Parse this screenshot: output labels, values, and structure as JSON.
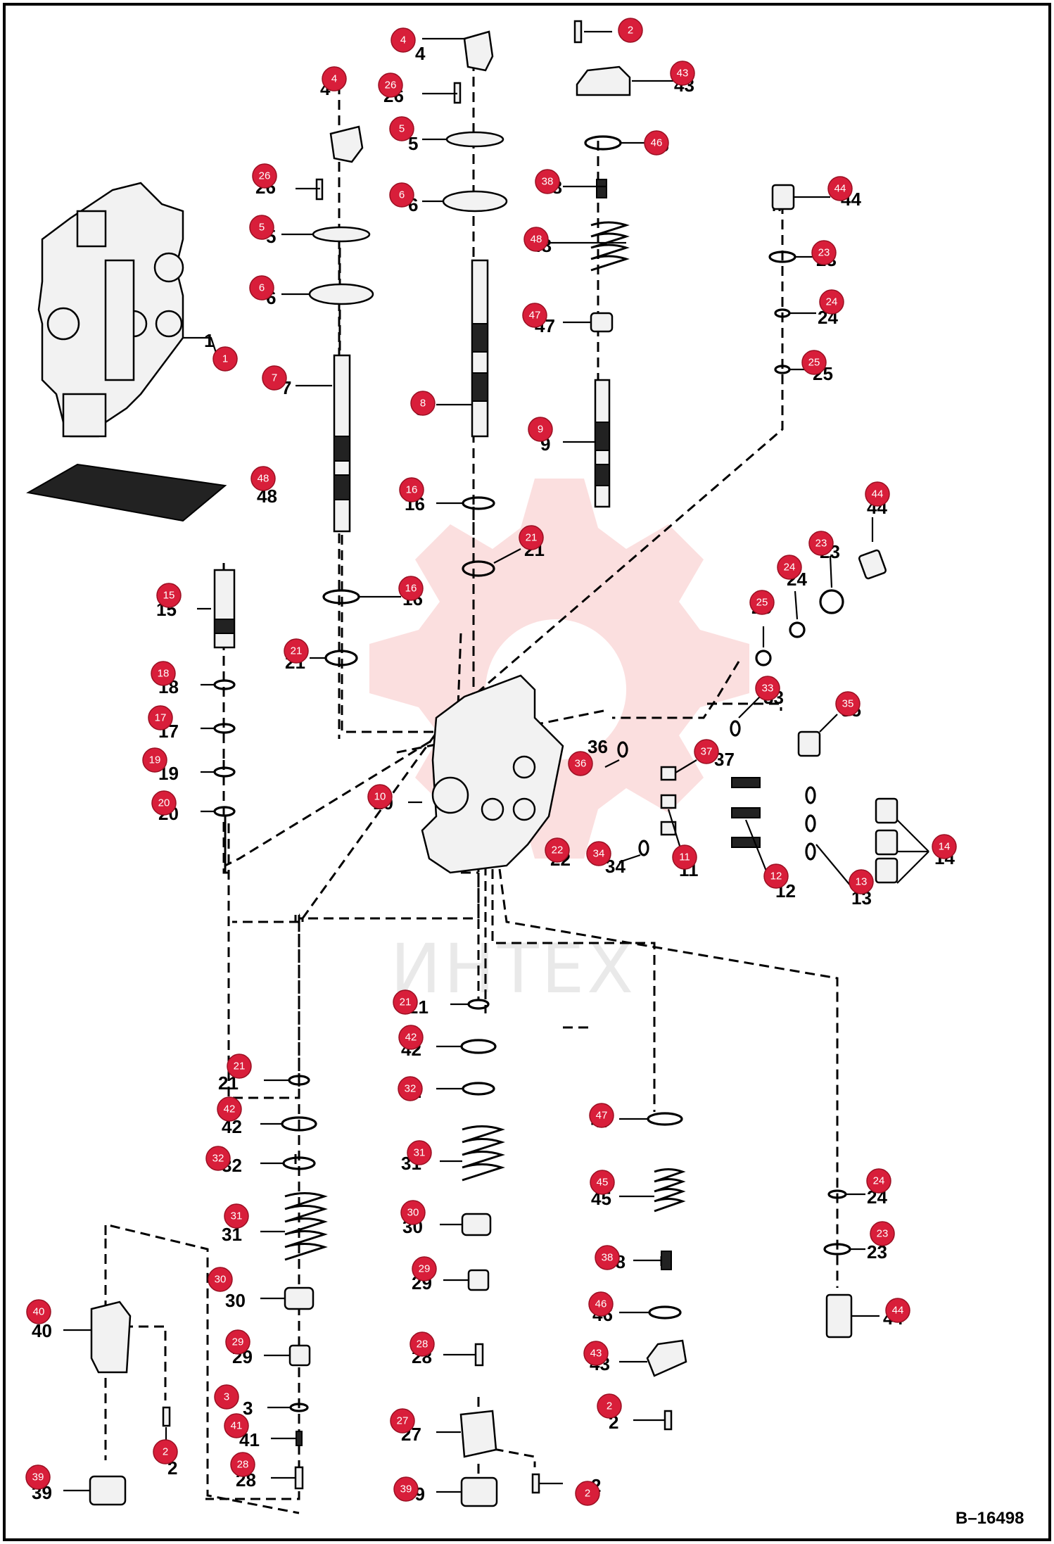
{
  "diagram": {
    "document_id": "B–16498",
    "watermark": "ИНТЕХ"
  },
  "callouts": [
    {
      "id": "1",
      "label": "1"
    },
    {
      "id": "2",
      "label": "2"
    },
    {
      "id": "3",
      "label": "3"
    },
    {
      "id": "4",
      "label": "4"
    },
    {
      "id": "5",
      "label": "5"
    },
    {
      "id": "6",
      "label": "6"
    },
    {
      "id": "7",
      "label": "7"
    },
    {
      "id": "8",
      "label": "8"
    },
    {
      "id": "9",
      "label": "9"
    },
    {
      "id": "10",
      "label": "10"
    },
    {
      "id": "11",
      "label": "11"
    },
    {
      "id": "12",
      "label": "12"
    },
    {
      "id": "13",
      "label": "13"
    },
    {
      "id": "14",
      "label": "14"
    },
    {
      "id": "15",
      "label": "15"
    },
    {
      "id": "16",
      "label": "16"
    },
    {
      "id": "17",
      "label": "17"
    },
    {
      "id": "18",
      "label": "18"
    },
    {
      "id": "19",
      "label": "19"
    },
    {
      "id": "20",
      "label": "20"
    },
    {
      "id": "21",
      "label": "21"
    },
    {
      "id": "22",
      "label": "22"
    },
    {
      "id": "23",
      "label": "23"
    },
    {
      "id": "24",
      "label": "24"
    },
    {
      "id": "25",
      "label": "25"
    },
    {
      "id": "26",
      "label": "26"
    },
    {
      "id": "27",
      "label": "27"
    },
    {
      "id": "28",
      "label": "28"
    },
    {
      "id": "29",
      "label": "29"
    },
    {
      "id": "30",
      "label": "30"
    },
    {
      "id": "31",
      "label": "31"
    },
    {
      "id": "32",
      "label": "32"
    },
    {
      "id": "33",
      "label": "33"
    },
    {
      "id": "34",
      "label": "34"
    },
    {
      "id": "35",
      "label": "35"
    },
    {
      "id": "36",
      "label": "36"
    },
    {
      "id": "37",
      "label": "37"
    },
    {
      "id": "38",
      "label": "38"
    },
    {
      "id": "39",
      "label": "39"
    },
    {
      "id": "40",
      "label": "40"
    },
    {
      "id": "41",
      "label": "41"
    },
    {
      "id": "42",
      "label": "42"
    },
    {
      "id": "43",
      "label": "43"
    },
    {
      "id": "44",
      "label": "44"
    },
    {
      "id": "45",
      "label": "45"
    },
    {
      "id": "46",
      "label": "46"
    },
    {
      "id": "47",
      "label": "47"
    },
    {
      "id": "48",
      "label": "48"
    }
  ]
}
